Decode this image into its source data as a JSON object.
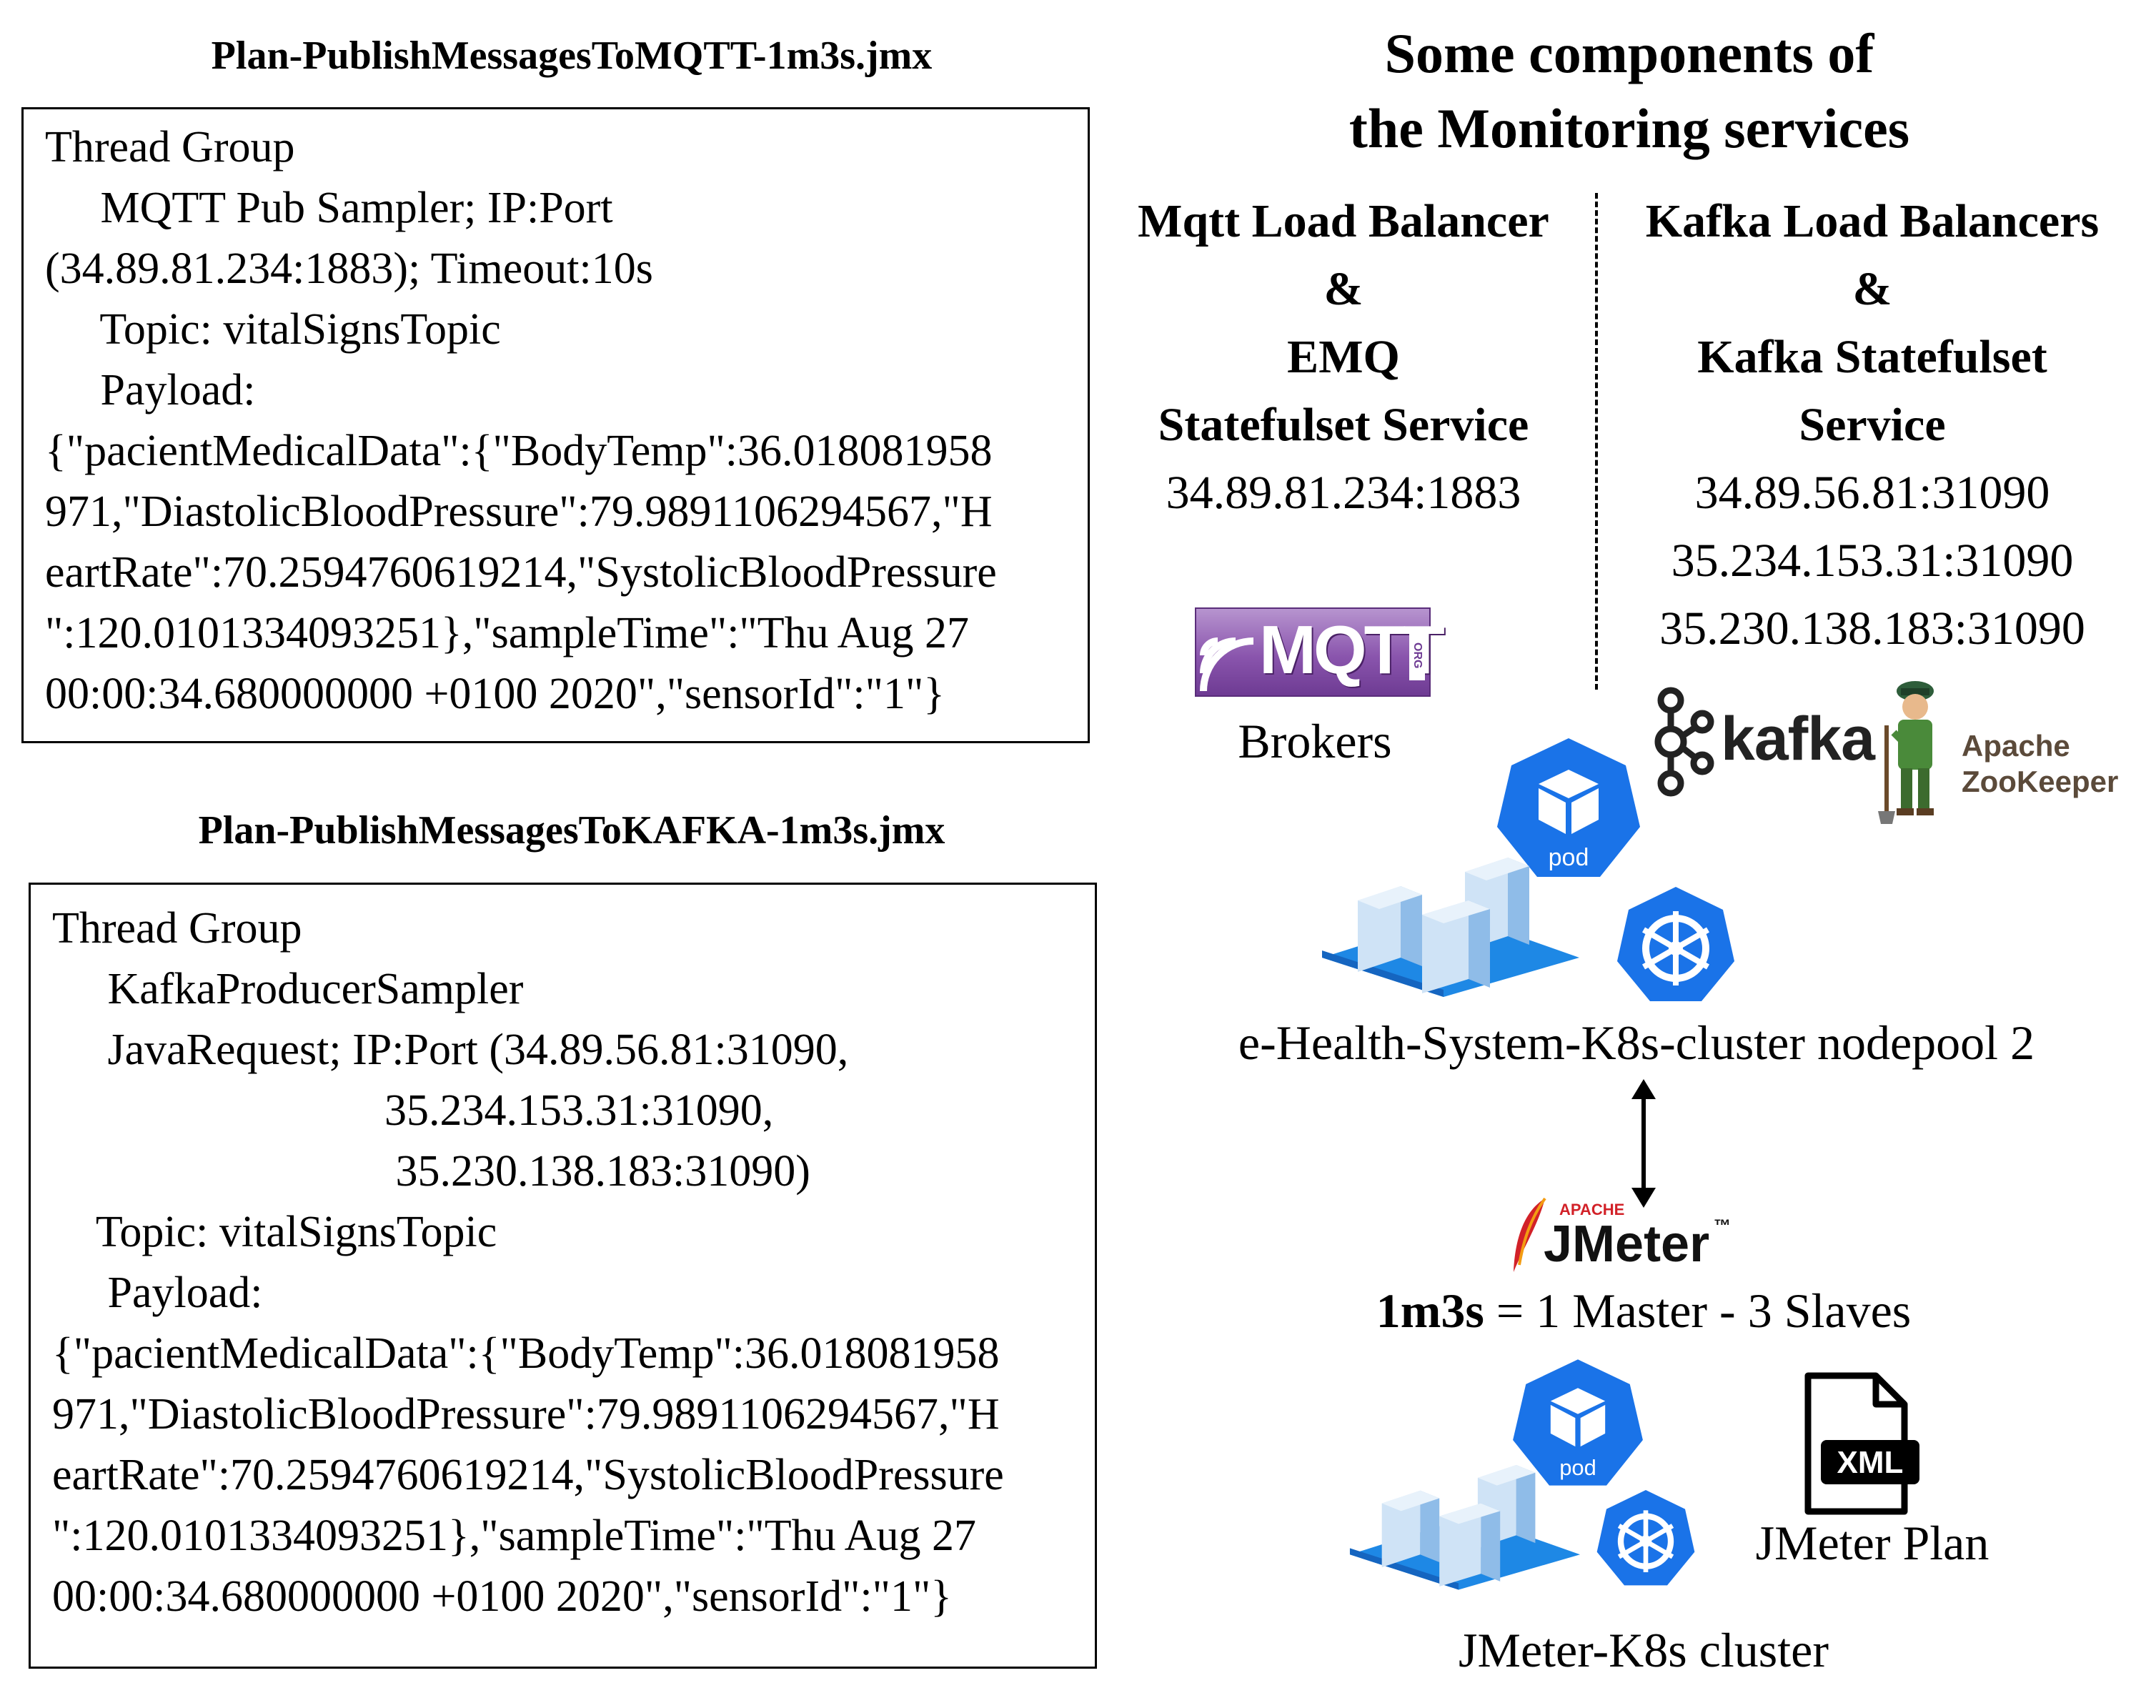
{
  "mqtt_plan": {
    "title": "Plan-PublishMessagesToMQTT-1m3s.jmx",
    "lines": [
      "Thread Group",
      "     MQTT Pub Sampler; IP:Port",
      "(34.89.81.234:1883); Timeout:10s",
      "     Topic: vitalSignsTopic",
      "     Payload:",
      "{\"pacientMedicalData\":{\"BodyTemp\":36.018081958",
      "971,\"DiastolicBloodPressure\":79.9891106294567,\"H",
      "eartRate\":70.2594760619214,\"SystolicBloodPressure",
      "\":120.0101334093251},\"sampleTime\":\"Thu Aug 27",
      "00:00:34.680000000 +0100 2020\",\"sensorId\":\"1\"}"
    ]
  },
  "kafka_plan": {
    "title": "Plan-PublishMessagesToKAFKA-1m3s.jmx",
    "lines": [
      "Thread Group",
      "     KafkaProducerSampler",
      "     JavaRequest; IP:Port (34.89.56.81:31090,",
      "                              35.234.153.31:31090,",
      "                               35.230.138.183:31090)",
      "    Topic: vitalSignsTopic",
      "     Payload:",
      "{\"pacientMedicalData\":{\"BodyTemp\":36.018081958",
      "971,\"DiastolicBloodPressure\":79.9891106294567,\"H",
      "eartRate\":70.2594760619214,\"SystolicBloodPressure",
      "\":120.0101334093251},\"sampleTime\":\"Thu Aug 27",
      "00:00:34.680000000 +0100 2020\",\"sensorId\":\"1\"}"
    ]
  },
  "monitoring": {
    "title_line1": "Some components of",
    "title_line2": "the Monitoring services",
    "mqtt_column": {
      "lines": [
        "Mqtt Load Balancer",
        "&",
        "EMQ",
        "Statefulset Service"
      ],
      "address": "34.89.81.234:1883",
      "logo_text": "MQTT",
      "logo_org": "ORG",
      "brokers_label": "Brokers"
    },
    "kafka_column": {
      "lines": [
        "Kafka Load Balancers",
        "&",
        "Kafka Statefulset",
        "Service"
      ],
      "addresses": [
        "34.89.56.81:31090",
        "35.234.153.31:31090",
        "35.230.138.183:31090"
      ],
      "kafka_logo_text": "kafka",
      "zookeeper_line1": "Apache",
      "zookeeper_line2": "ZooKeeper"
    }
  },
  "cluster": {
    "pod_label": "pod",
    "nodepool_label": "e-Health-System-K8s-cluster nodepool 2",
    "jmeter_apache": "APACHE",
    "jmeter_brand": "JMeter",
    "jmeter_tm": "™",
    "config_bold": "1m3s",
    "config_rest": " = 1 Master - 3 Slaves",
    "xml_label": "XML",
    "plan_label": "JMeter Plan",
    "jmeter_cluster_label": "JMeter-K8s cluster"
  },
  "colors": {
    "k8s_blue": "#1a73e8",
    "server_light": "#cfe3f6",
    "server_base": "#1e88e5",
    "mqtt_purple": "#7b4a9e",
    "jmeter_red": "#d22128"
  }
}
